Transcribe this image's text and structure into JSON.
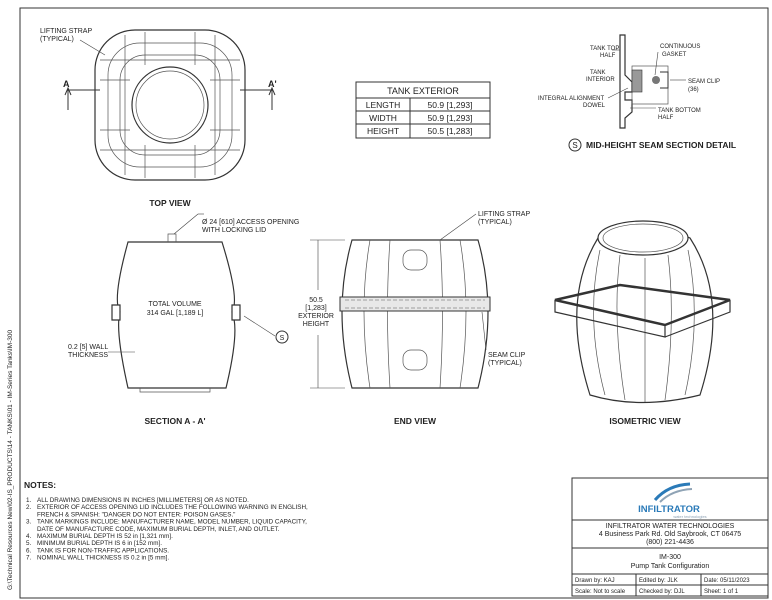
{
  "side_path": "G:\\Technical Resources New\\02-IS_PRODUCTS\\14 - TANKS\\01 - IM-Series Tanks\\IM-300",
  "top_view": {
    "title": "TOP VIEW",
    "strap_label_1": "LIFTING STRAP",
    "strap_label_2": "(TYPICAL)",
    "section_left": "A",
    "section_right": "A'"
  },
  "tank_exterior": {
    "header": "TANK EXTERIOR",
    "rows": [
      {
        "label": "LENGTH",
        "value": "50.9 [1,293]"
      },
      {
        "label": "WIDTH",
        "value": "50.9 [1,293]"
      },
      {
        "label": "HEIGHT",
        "value": "50.5 [1,283]"
      }
    ]
  },
  "seam_detail": {
    "title": "MID-HEIGHT SEAM SECTION DETAIL",
    "symbol": "S",
    "top_half_1": "TANK TOP",
    "top_half_2": "HALF",
    "gasket_1": "CONTINUOUS",
    "gasket_2": "GASKET",
    "interior_1": "TANK",
    "interior_2": "INTERIOR",
    "clip_1": "SEAM CLIP",
    "clip_2": "(36)",
    "dowel_1": "INTEGRAL ALIGNMENT",
    "dowel_2": "DOWEL",
    "bottom_1": "TANK BOTTOM",
    "bottom_2": "HALF"
  },
  "section_view": {
    "title": "SECTION  A - A'",
    "access_1": "Ø 24 [610] ACCESS OPENING",
    "access_2": "WITH LOCKING LID",
    "volume_1": "TOTAL VOLUME",
    "volume_2": "314 GAL [1,189 L]",
    "wall_1": "0.2 [5] WALL",
    "wall_2": "THICKNESS",
    "symbol": "S"
  },
  "end_view": {
    "title": "END VIEW",
    "strap_1": "LIFTING STRAP",
    "strap_2": "(TYPICAL)",
    "height_1": "50.5",
    "height_2": "[1,283]",
    "height_3": "EXTERIOR",
    "height_4": "HEIGHT",
    "clip_1": "SEAM CLIP",
    "clip_2": "(TYPICAL)"
  },
  "isometric_view": {
    "title": "ISOMETRIC VIEW"
  },
  "notes": {
    "title": "NOTES:",
    "items": [
      {
        "n": "1.",
        "lines": [
          "ALL DRAWING DIMENSIONS IN INCHES [MILLIMETERS] OR AS NOTED."
        ]
      },
      {
        "n": "2.",
        "lines": [
          "EXTERIOR OF ACCESS OPENING LID INCLUDES THE FOLLOWING WARNING IN ENGLISH,",
          "FRENCH & SPANISH:  \"DANGER DO NOT ENTER: POISON GASES.\""
        ]
      },
      {
        "n": "3.",
        "lines": [
          "TANK MARKINGS INCLUDE: MANUFACTURER NAME, MODEL NUMBER, LIQUID CAPACITY,",
          "DATE OF MANUFACTURE CODE, MAXIMUM BURIAL DEPTH, INLET, AND OUTLET."
        ]
      },
      {
        "n": "4.",
        "lines": [
          "MAXIMUM BURIAL DEPTH IS 52 in [1,321 mm]."
        ]
      },
      {
        "n": "5.",
        "lines": [
          "MINIMUM BURIAL DEPTH IS 6 in [152 mm]."
        ]
      },
      {
        "n": "6.",
        "lines": [
          "TANK IS FOR NON-TRAFFIC APPLICATIONS."
        ]
      },
      {
        "n": "7.",
        "lines": [
          "NOMINAL WALL THICKNESS IS 0.2 in [5 mm]."
        ]
      }
    ]
  },
  "title_block": {
    "logo_text": "INFILTRATOR",
    "logo_sub": "water technologies",
    "company": "INFILTRATOR WATER TECHNOLOGIES",
    "address": "4 Business Park Rd.  Old Saybrook, CT  06475",
    "phone": "(800) 221-4436",
    "model": "IM-300",
    "description": "Pump Tank Configuration",
    "drawn_by": "Drawn by:  KAJ",
    "edited_by": "Edited by:  JLK",
    "date": "Date:  05/11/2023",
    "scale": "Scale:  Not to scale",
    "checked_by": "Checked by: DJL",
    "sheet": "Sheet:    1 of 1"
  },
  "colors": {
    "logo_blue": "#2a7ab8",
    "logo_grey": "#8fa3b5",
    "line": "#333333"
  }
}
